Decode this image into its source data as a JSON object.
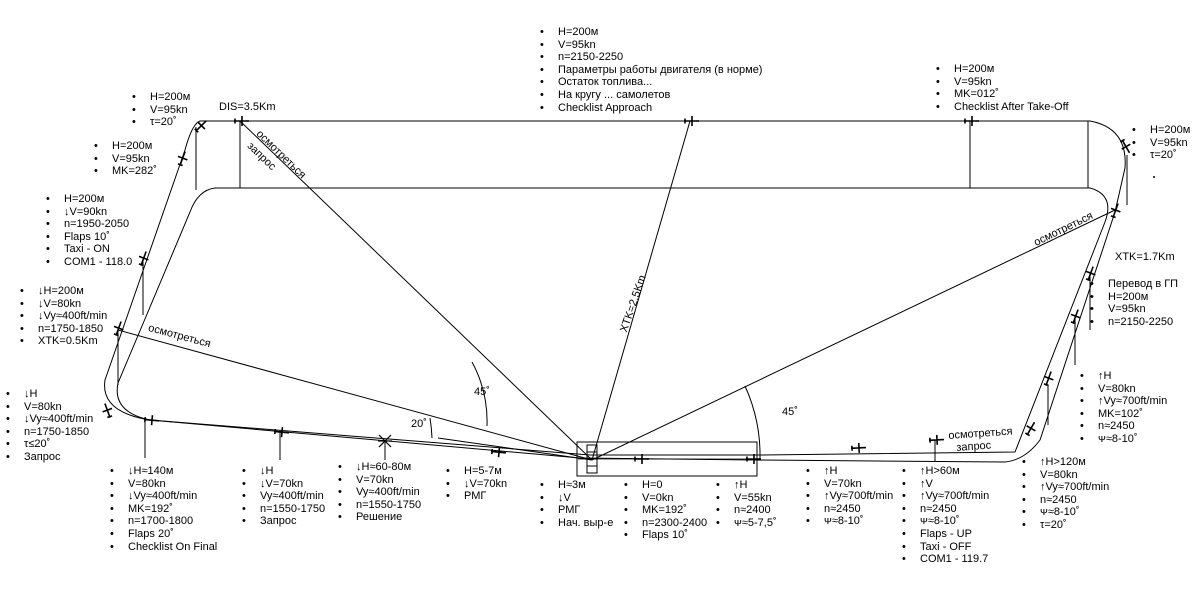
{
  "labels": {
    "dis": "DIS=3.5Km",
    "xtk_diag": "XTK=2.5Km",
    "xtk_right": "XTK=1.7Km",
    "look_left_top": "осмотреться",
    "request_left_top": "запрос",
    "look_left_mid": "осмотреться",
    "look_right": "осмотреться",
    "look_bottom_right": "осмотреться",
    "request_bottom_right": "запрос",
    "angle_20": "20˚",
    "angle_45_left": "45˚",
    "angle_45_right": "45˚"
  },
  "notes": {
    "top_center": [
      "H=200м",
      "V=95kn",
      "n=2150-2250",
      "Параметры работы двигателя (в норме)",
      "Остаток топлива...",
      "На кругу ... самолетов",
      "Checklist Approach"
    ],
    "top_right": [
      "H=200м",
      "V=95kn",
      "MK=012˚",
      "Checklist After Take-Off"
    ],
    "top_left": [
      "H=200м",
      "V=95kn",
      "τ=20˚"
    ],
    "upper_left": [
      "H=200м",
      "V=95kn",
      "MK=282˚"
    ],
    "left_1": [
      "H=200м",
      "↓V=90kn",
      "n=1950-2050",
      "Flaps 10˚",
      "Taxi - ON",
      "COM1 - 118.0"
    ],
    "left_2": [
      "↓H=200м",
      "↓V=80kn",
      "↓Vy≈400ft/min",
      "n=1750-1850",
      "XTK=0.5Km"
    ],
    "left_3": [
      "↓H",
      "V=80kn",
      "↓Vy≈400ft/min",
      "n=1750-1850",
      "τ≤20˚",
      "Запрос"
    ],
    "far_right_top": [
      "H=200м",
      "V=95kn",
      "τ=20˚"
    ],
    "right_mid": [
      "Перевод в ГП",
      "H=200м",
      "V=95kn",
      "n=2150-2250"
    ],
    "right_lower": [
      "↑H",
      "V=80kn",
      "↑Vy≈700ft/min",
      "MK=102˚",
      "n≈2450",
      "ᴪ≈8-10˚"
    ],
    "right_bottom": [
      "↑H>120м",
      "V=80kn",
      "↑Vy≈700ft/min",
      "n≈2450",
      "ᴪ≈8-10˚",
      "τ=20˚"
    ],
    "b1": [
      "↓H≈140м",
      "V=80kn",
      "↓Vy≈400ft/min",
      "MK=192˚",
      "n=1700-1800",
      "Flaps 20˚",
      "Checklist On Final"
    ],
    "b2": [
      "↓H",
      "↓V=70kn",
      "Vy≈400ft/min",
      "n=1550-1750",
      "Запрос"
    ],
    "b3": [
      "↓H≈60-80м",
      "V=70kn",
      "Vy≈400ft/min",
      "n=1550-1750",
      "Решение"
    ],
    "b4": [
      "H=5-7м",
      "↓V=70kn",
      "РМГ"
    ],
    "b5": [
      "H≈3м",
      "↓V",
      "РМГ",
      "Нач. выр-е"
    ],
    "b6": [
      "H=0",
      "V=0kn",
      "MK=192˚",
      "n=2300-2400",
      "Flaps 10˚"
    ],
    "b7": [
      "↑H",
      "V=55kn",
      "n≈2400",
      "ᴪ≈5-7,5˚"
    ],
    "b8": [
      "↑H",
      "V=70kn",
      "↑Vy≈700ft/min",
      "n≈2450",
      "ᴪ≈8-10˚"
    ],
    "b9": [
      "↑H>60м",
      "↑V",
      "↑Vy≈700ft/min",
      "n≈2450",
      "ᴪ≈8-10˚",
      "Flaps - UP",
      "Taxi - OFF",
      "COM1 - 119.7"
    ]
  }
}
